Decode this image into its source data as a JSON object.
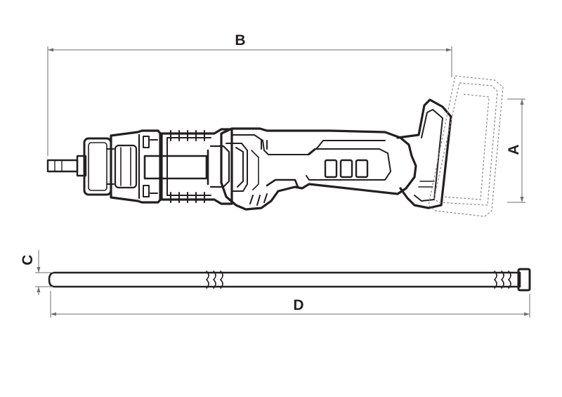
{
  "dimensions": {
    "a": {
      "label": "A"
    },
    "b": {
      "label": "B"
    },
    "c": {
      "label": "C"
    },
    "d": {
      "label": "D"
    }
  },
  "colors": {
    "ink": "#231f20",
    "dimension_line": "#6d6e70",
    "battery_outline": "#8a8a8a",
    "background": "#ffffff"
  }
}
